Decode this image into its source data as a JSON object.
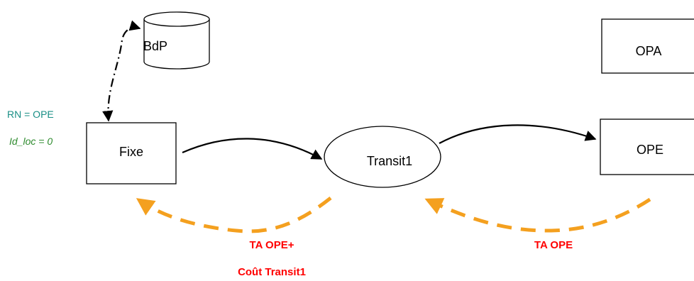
{
  "nodes": {
    "database": {
      "label": "BdP"
    },
    "fixe": {
      "label": "Fixe"
    },
    "transit": {
      "label": "Transit1"
    },
    "opa": {
      "label": "OPA"
    },
    "ope": {
      "label": "OPE"
    }
  },
  "annotations": {
    "rn": {
      "text": "RN = OPE",
      "color": "#1a8f86"
    },
    "id_loc": {
      "text": "Id_loc = 0",
      "color": "#2e8b2e"
    }
  },
  "return_labels": {
    "left_line1": "TA OPE+",
    "left_line2": "Coût Transit1",
    "right": "TA OPE",
    "color": "#ff0000"
  },
  "colors": {
    "stroke": "#000000",
    "dashed_arrow": "#f4a01f"
  }
}
